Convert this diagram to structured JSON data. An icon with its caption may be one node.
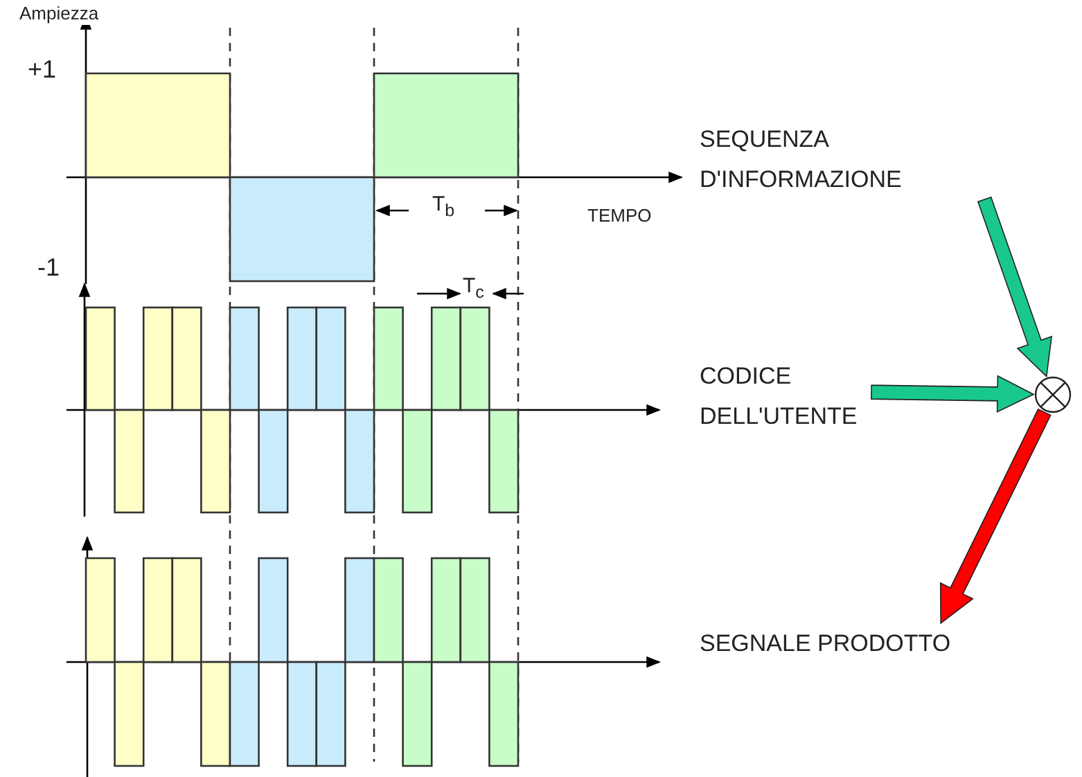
{
  "diagram": {
    "nodes": [
      {
        "text": [
          "SEQUENZA D'INFORMAZIONE"
        ]
      },
      {
        "text": [
          "CODICE DELL'UTENTE"
        ]
      },
      {
        "text": [],
        "shape": "circle"
      },
      {
        "text": [
          "SEGNALE PRODOTTO"
        ]
      }
    ],
    "edges": [
      {
        "from": 0,
        "to": 2,
        "arrow": "to"
      },
      {
        "from": 1,
        "to": 2,
        "arrow": "to"
      },
      {
        "from": 2,
        "to": 3,
        "arrow": "to",
        "color": "#ff0000"
      }
    ],
    "labels": [
      "Ampiezza",
      "+1",
      "T$_{b}$",
      "TEMPO",
      "-1",
      "T$_{c}$"
    ]
  }
}
